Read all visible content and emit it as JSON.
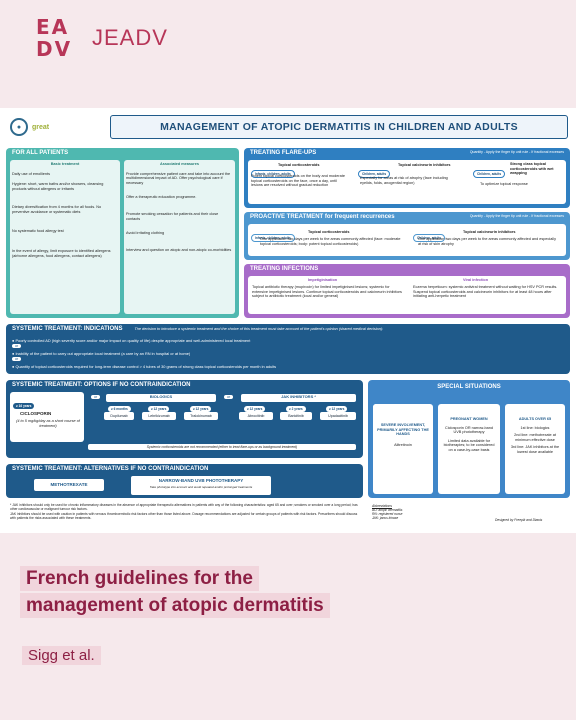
{
  "header": {
    "logo_letters": [
      "EA",
      "DV"
    ],
    "brand": "JEADV"
  },
  "poster": {
    "title": "MANAGEMENT OF ATOPIC DERMATITIS IN CHILDREN AND ADULTS",
    "logo2": "great",
    "all_patients": {
      "title": "FOR ALL PATIENTS",
      "col1": "Basic treatment",
      "col2": "Associated measures",
      "basic": [
        "Daily use of emollients",
        "Hygiene: short, warm baths and/or showers, cleansing products without allergens or irritants",
        "Dietary diversification from 4 months for all foods. No preventive avoidance or systematic diets",
        "No systematic food allergy test",
        "In the event of allergy, limit exposure to identified allergens (airborne allergens, food allergens, contact allergens)"
      ],
      "assoc": [
        "Provide comprehensive patient care and take into account the multidimensional impact of AD. Offer psychological care if necessary",
        "Offer a therapeutic education programme.",
        "Promote smoking cessation for patients and their close contacts",
        "Avoid irritating clothing",
        "Interview and question on atopic and non-atopic co-morbidities"
      ]
    },
    "flare": {
      "title": "TREATING FLARE-UPS",
      "note": "Quantity - Apply the finger tip unit rule - If fractional excesses",
      "tag1": "Infants, children, adults",
      "t1": "Topical corticosteroids",
      "d1": "Potent topical corticosteroids on the body and moderate topical corticosteroids on the face, once a day, until lesions are resolved without gradual reduction",
      "tag2": "Children, adults",
      "t2": "Topical calcineurin inhibitors",
      "d2": "Especially for areas at risk of atrophy (face including eyelids, folds, anogenital region)",
      "tag3": "Children, adults",
      "t3": "Strong class topical corticosteroids with wet wrapping",
      "d3": "To optimize topical response"
    },
    "proactive": {
      "title": "PROACTIVE TREATMENT for frequent recurrences",
      "note": "Quantity - Apply the finger tip unit rule - If fractional excesses",
      "tag1": "Infants, children, adults",
      "t1": "Topical corticosteroids",
      "d1": "One application two days per week to the areas commonly affected (face: moderate topical corticosteroids; body: potent topical corticosteroids)",
      "tag2": "Children, adults",
      "t2": "Topical calcineurin inhibitors",
      "d2": "One application two days per week to the areas commonly affected and especially at risk of skin atrophy"
    },
    "infections": {
      "title": "TREATING INFECTIONS",
      "h1": "Impetiginisation",
      "d1": "Topical antibiotic therapy (mupirocin) for limited impetiginised lesions; systemic for extensive impetiginised lesions. Continue topical corticosteroids and calcineurin inhibitors subject to antibiotic treatment (local and/or general)",
      "h2": "Viral infection",
      "d2": "Eczema herpeticum: systemic antiviral treatment without waiting for HSV PCR results. Suspend topical corticosteroids and calcineurin inhibitors for at least 48 hours after initiating anti-herpetic treatment"
    },
    "indications": {
      "title": "SYSTEMIC TREATMENT: INDICATIONS",
      "note": "The decision to introduce a systemic treatment and the choice of this treatment must take account of the patient's opinion (shared medical decision):",
      "items": [
        "Poorly controlled AD (high severity score and/or major impact on quality of life) despite appropriate and well-administered local treatment",
        "Inability of the patient to carry out appropriate local treatment (a care by an RN in hospital or at home)",
        "Quantity of topical corticosteroids required for long-term disease control > 4 tubes of 30 grams of strong class topical corticosteroids per month in adults"
      ],
      "or": "or"
    },
    "options": {
      "title": "SYSTEMIC TREATMENT: OPTIONS IF NO CONTRAINDICATION",
      "age_cic": "≥ 16 years",
      "ciclo": "CICLOSPORIN",
      "ciclo_note": "(4 to 5 mg/kg/day as a short course of treatment)",
      "or": "or",
      "biologics": "BIOLOGICS",
      "jak": "JAK INHIBITORS *",
      "bio": [
        {
          "age": "≥ 6 months",
          "name": "Dupilumab"
        },
        {
          "age": "≥ 12 years",
          "name": "Lebrikizumab"
        },
        {
          "age": "≥ 12 years",
          "name": "Tralokinumab"
        }
      ],
      "jaks": [
        {
          "age": "≥ 12 years",
          "name": "Abrocitinib"
        },
        {
          "age": "≥ 2 years",
          "name": "Baricitinib"
        },
        {
          "age": "≥ 12 years",
          "name": "Upadacitinib"
        }
      ],
      "footnote": "Systemic corticosteroids are not recommended (either to treat flare-ups or as background treatment)"
    },
    "alternatives": {
      "title": "SYSTEMIC TREATMENT: ALTERNATIVES IF NO CONTRAINDICATION",
      "a1": "METHOTREXATE",
      "a2": "NARROW-BAND UVB PHOTOTHERAPY",
      "a2_note": "Take phototype into account and avoid repeated and/or prolonged treatments"
    },
    "special": {
      "title": "SPECIAL SITUATIONS",
      "tag": "Adults",
      "c1": "SEVERE INVOLVEMENT, PRIMARILY AFFECTING THE HANDS",
      "c1d": "Alitretinoin",
      "c2": "PREGNANT WOMEN",
      "c2d": "Ciclosporin OR narrow-band UVB phototherapy",
      "c2e": "Limited data available for biotherapies; to be considered on a case-by-case basis",
      "c3": "ADULTS OVER 65",
      "c3d": "1st line: biologics",
      "c3e": "2nd line: methotrexate at minimum effective dose",
      "c3f": "3rd line: JAK inhibitors at the lowest dose available"
    },
    "footnotes": [
      "* JAK inhibitors should only be used for chronic inflammatory diseases in the absence of appropriate therapeutic alternatives in patients with any of the following characteristics: aged 65 and over; smokers or smoked over a long period; has other cardiovascular or malignant tumour risk factors.",
      "JAK inhibitors should be used with caution in patients with venous thromboembolic risk factors other than those listed above. Dosage recommendations are adjusted for certain groups of patients with risk factors. Prescribers should discuss with patients the risks associated with these treatments."
    ],
    "abbrev_title": "Abbreviations",
    "abbrev": [
      "AD: atopic dermatitis",
      "RN: registered nurse",
      "JAK: janus kinase"
    ],
    "designed": "Designed by Freepik and Diawis"
  },
  "caption": {
    "line1": "French guidelines for the",
    "line2": "management of atopic dermatitis",
    "author": "Sigg et al."
  },
  "colors": {
    "teal": "#4fb8b0",
    "blue": "#1f5a8a",
    "purple": "#8f4fb8",
    "pink": "#b73658"
  }
}
